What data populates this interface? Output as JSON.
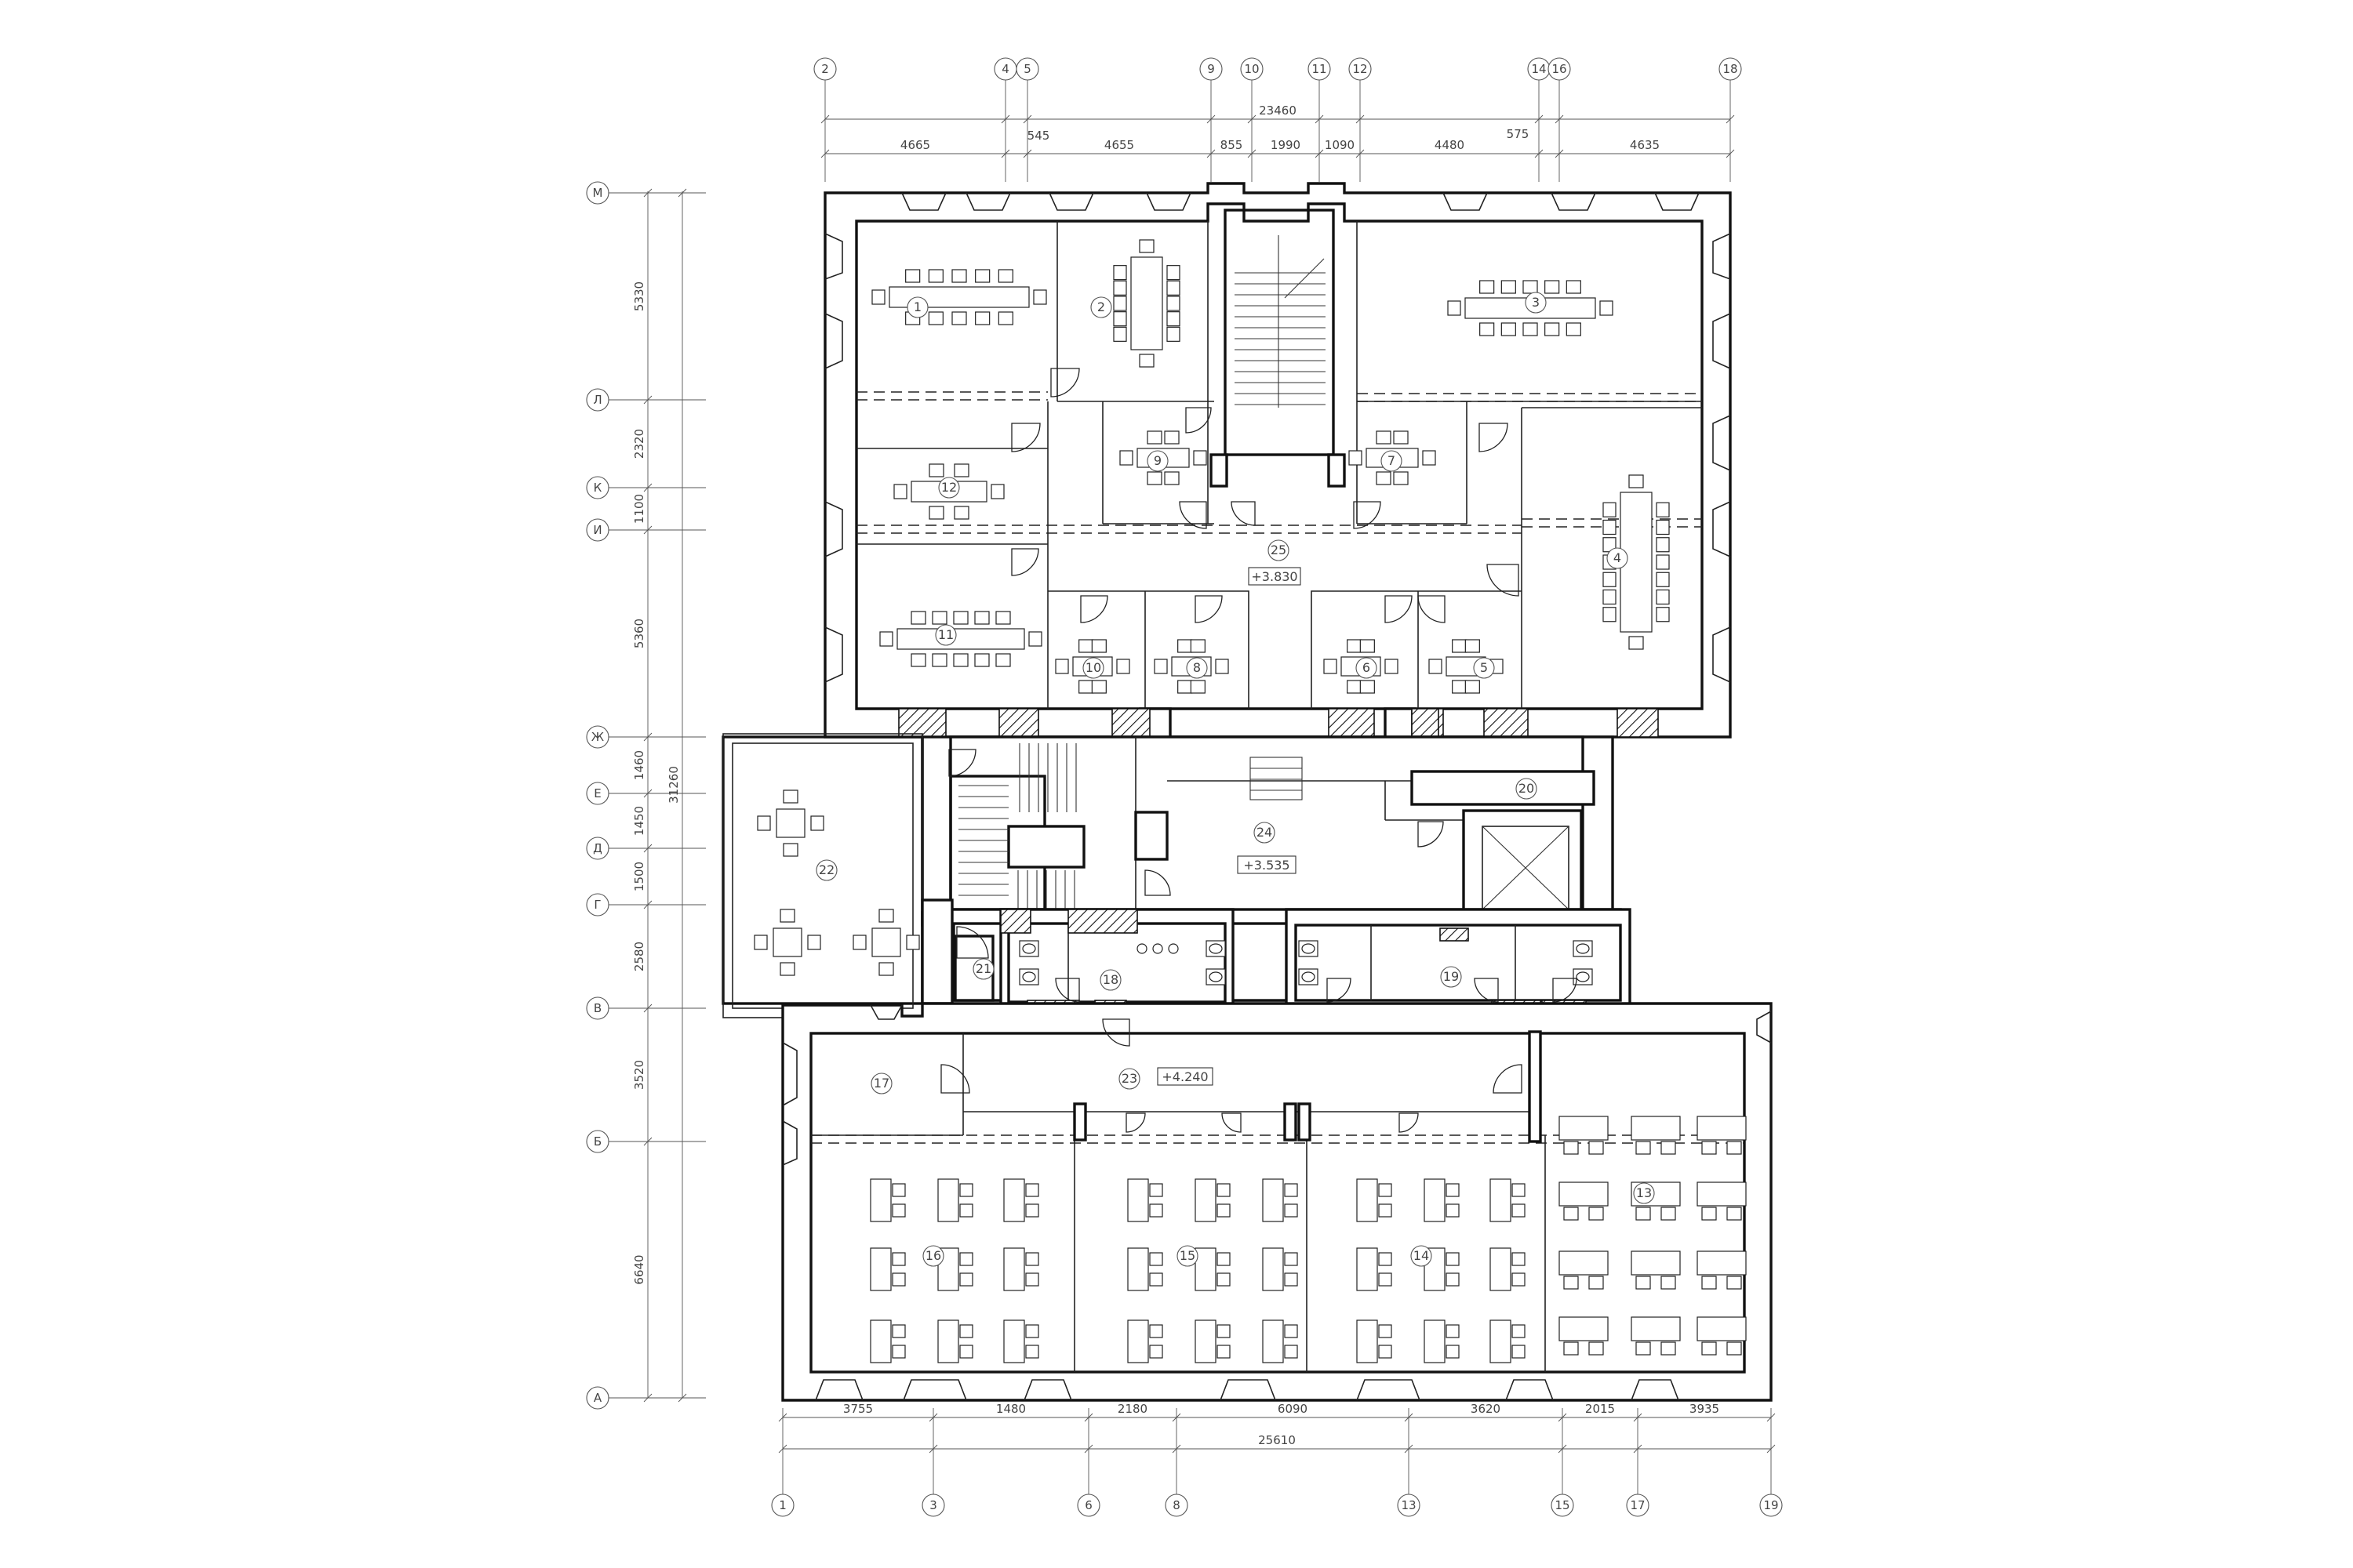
{
  "axes": {
    "top": [
      "2",
      "4",
      "5",
      "9",
      "10",
      "11",
      "12",
      "14",
      "16",
      "18"
    ],
    "bottom": [
      "1",
      "3",
      "6",
      "8",
      "13",
      "15",
      "17",
      "19"
    ],
    "left": [
      "М",
      "Л",
      "К",
      "И",
      "Ж",
      "Е",
      "Д",
      "Г",
      "В",
      "Б",
      "А"
    ]
  },
  "dims": {
    "top_total": "23460",
    "top_segments": [
      "4665",
      "545",
      "4655",
      "855",
      "1990",
      "1090",
      "4480",
      "575",
      "4635"
    ],
    "bottom_total": "25610",
    "bottom_segments": [
      "3755",
      "1480",
      "2180",
      "6090",
      "3620",
      "2015",
      "3935"
    ],
    "left_segments": [
      "5330",
      "2320",
      "1100",
      "5360",
      "1460",
      "1450",
      "1500",
      "2580",
      "3520",
      "6640"
    ],
    "left_total": "31260"
  },
  "rooms": [
    "1",
    "2",
    "3",
    "4",
    "5",
    "6",
    "7",
    "8",
    "9",
    "10",
    "11",
    "12",
    "13",
    "14",
    "15",
    "16",
    "17",
    "18",
    "19",
    "20",
    "21",
    "22",
    "23",
    "24",
    "25"
  ],
  "levels": [
    "+3.830",
    "+3.535",
    "+4.240"
  ]
}
